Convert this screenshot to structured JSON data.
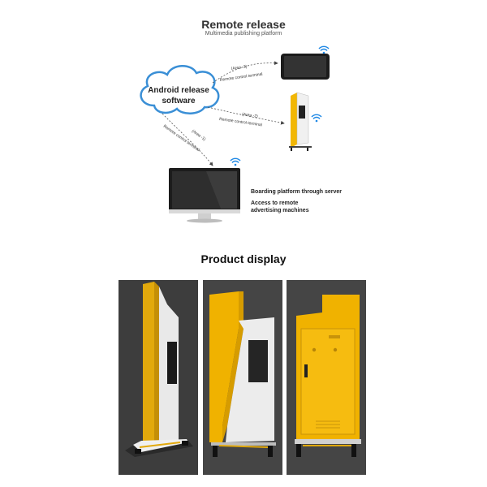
{
  "header": {
    "title": "Remote release",
    "subtitle": "Multimedia publishing platform"
  },
  "diagram": {
    "cloud_label_line1": "Android release",
    "cloud_label_line2": "software",
    "links": [
      {
        "area": "(Area -3)",
        "label": "Remote control terminal"
      },
      {
        "area": "(Area -2)",
        "label": "Remote control terminal"
      },
      {
        "area": "(Area -1)",
        "label": "Remote control terminal"
      }
    ],
    "notes": {
      "line1": "Boarding platform through server",
      "line2": "Access to remote",
      "line3": "advertising machines"
    },
    "icons": [
      "cloud-icon",
      "wifi-icon",
      "tablet-icon",
      "kiosk-icon",
      "monitor-icon"
    ]
  },
  "product_section": {
    "title": "Product display"
  },
  "colors": {
    "cloud_stroke": "#3a8fd6",
    "wifi": "#1e88e5",
    "kiosk_yellow": "#f2b705",
    "photo_bg": "#3a3a3a"
  }
}
